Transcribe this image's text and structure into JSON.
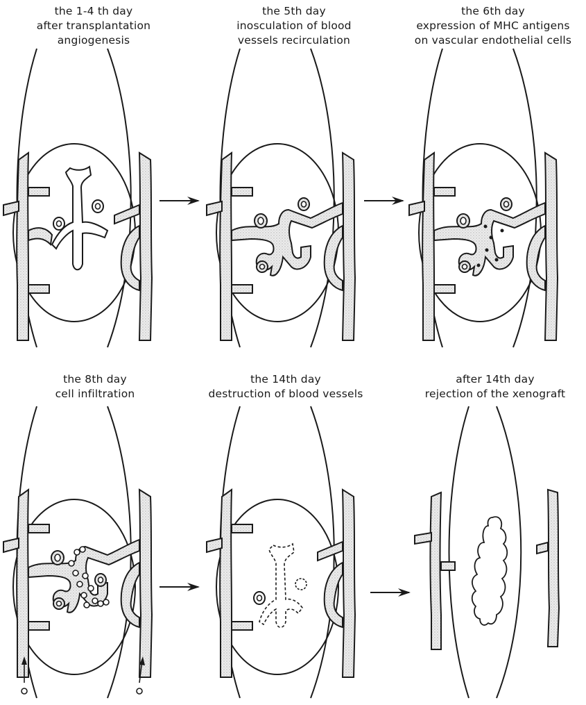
{
  "panels": [
    {
      "id": "day1-4",
      "caption": [
        "the 1-4 th day",
        "after transplantation",
        "angiogenesis"
      ]
    },
    {
      "id": "day5",
      "caption": [
        "the 5th day",
        "inosculation of blood",
        "vessels recirculation"
      ]
    },
    {
      "id": "day6",
      "caption": [
        "the 6th day",
        "expression of MHC antigens",
        "on vascular endothelial cells"
      ]
    },
    {
      "id": "day8",
      "caption": [
        "the 8th day",
        "cell infiltration"
      ]
    },
    {
      "id": "day14",
      "caption": [
        "the 14th day",
        "destruction of blood vessels"
      ]
    },
    {
      "id": "after14",
      "caption": [
        "after 14th day",
        "rejection of the xenograft"
      ]
    }
  ],
  "colors": {
    "ink": "#1a1a1a",
    "vessel_fill": "#e2e2e2",
    "background": "#ffffff"
  }
}
